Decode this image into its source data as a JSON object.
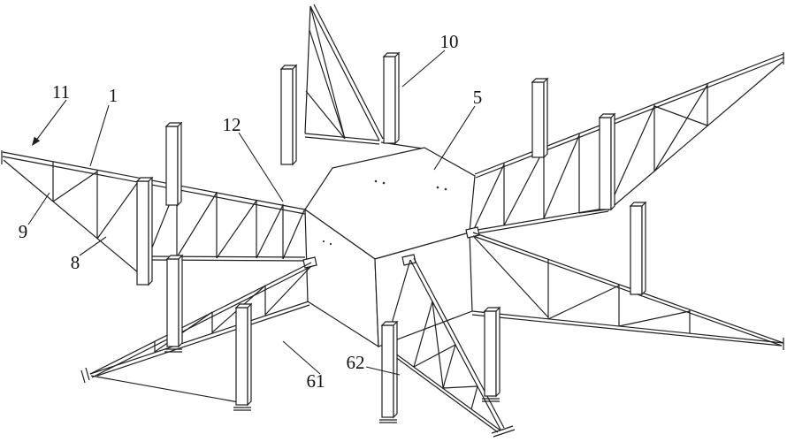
{
  "figure": {
    "background_color": "#ffffff",
    "line_color": "#1f1f1f",
    "label_color": "#111111",
    "labels": [
      {
        "ref": "11",
        "text": "11"
      },
      {
        "ref": "1",
        "text": "1"
      },
      {
        "ref": "9",
        "text": "9"
      },
      {
        "ref": "8",
        "text": "8"
      },
      {
        "ref": "12",
        "text": "12"
      },
      {
        "ref": "10",
        "text": "10"
      },
      {
        "ref": "5",
        "text": "5"
      },
      {
        "ref": "61",
        "text": "61"
      },
      {
        "ref": "62",
        "text": "62"
      }
    ]
  }
}
